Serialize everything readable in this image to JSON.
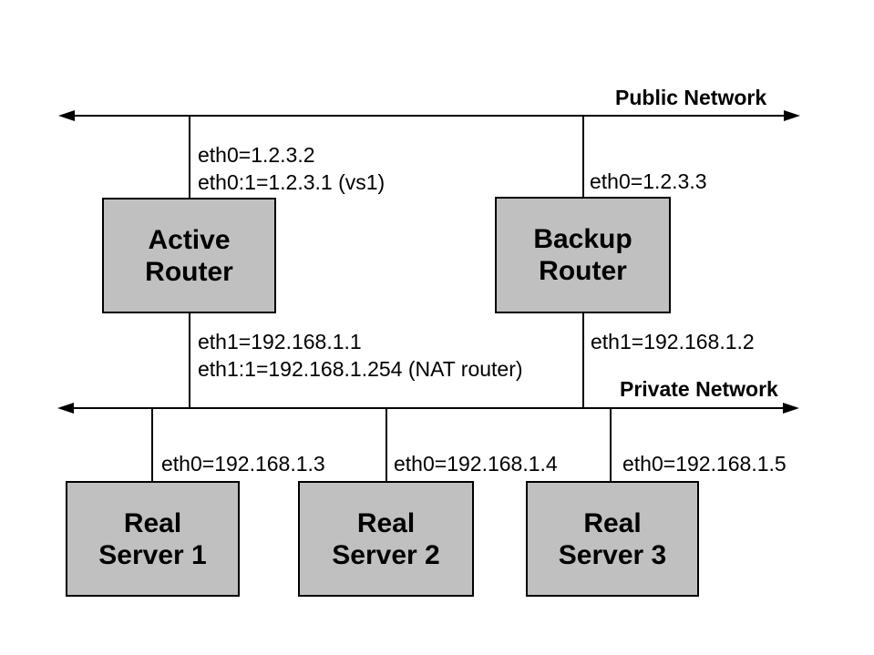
{
  "colors": {
    "background": "#ffffff",
    "box_fill": "#c0c0c0",
    "box_border": "#000000",
    "line": "#000000",
    "text": "#000000"
  },
  "buses": {
    "public": {
      "label": "Public Network"
    },
    "private": {
      "label": "Private Network"
    }
  },
  "routers": {
    "active": {
      "label": "Active\nRouter",
      "eth0": "eth0=1.2.3.2",
      "eth0_alias": "eth0:1=1.2.3.1 (vs1)",
      "eth1": "eth1=192.168.1.1",
      "eth1_alias": "eth1:1=192.168.1.254 (NAT router)"
    },
    "backup": {
      "label": "Backup\nRouter",
      "eth0": "eth0=1.2.3.3",
      "eth1": "eth1=192.168.1.2"
    }
  },
  "servers": [
    {
      "label": "Real\nServer 1",
      "eth0": "eth0=192.168.1.3"
    },
    {
      "label": "Real\nServer 2",
      "eth0": "eth0=192.168.1.4"
    },
    {
      "label": "Real\nServer 3",
      "eth0": "eth0=192.168.1.5"
    }
  ]
}
